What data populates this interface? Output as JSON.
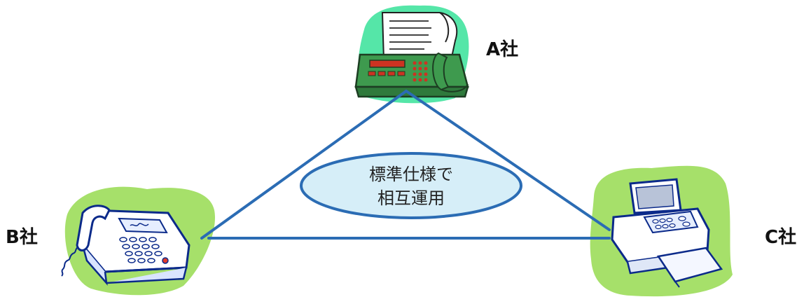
{
  "nodes": {
    "a": {
      "label": "A社",
      "device": "fax-machine-icon",
      "accent": "#55e6a8"
    },
    "b": {
      "label": "B社",
      "device": "telephone-fax-icon",
      "accent": "#a6e06a"
    },
    "c": {
      "label": "C社",
      "device": "printer-icon",
      "accent": "#a6e06a"
    }
  },
  "center": {
    "line1": "標準仕様で",
    "line2": "相互運用",
    "fill": "#d6eef8",
    "stroke": "#2b6cb4"
  },
  "connector_color": "#2b6cb4"
}
